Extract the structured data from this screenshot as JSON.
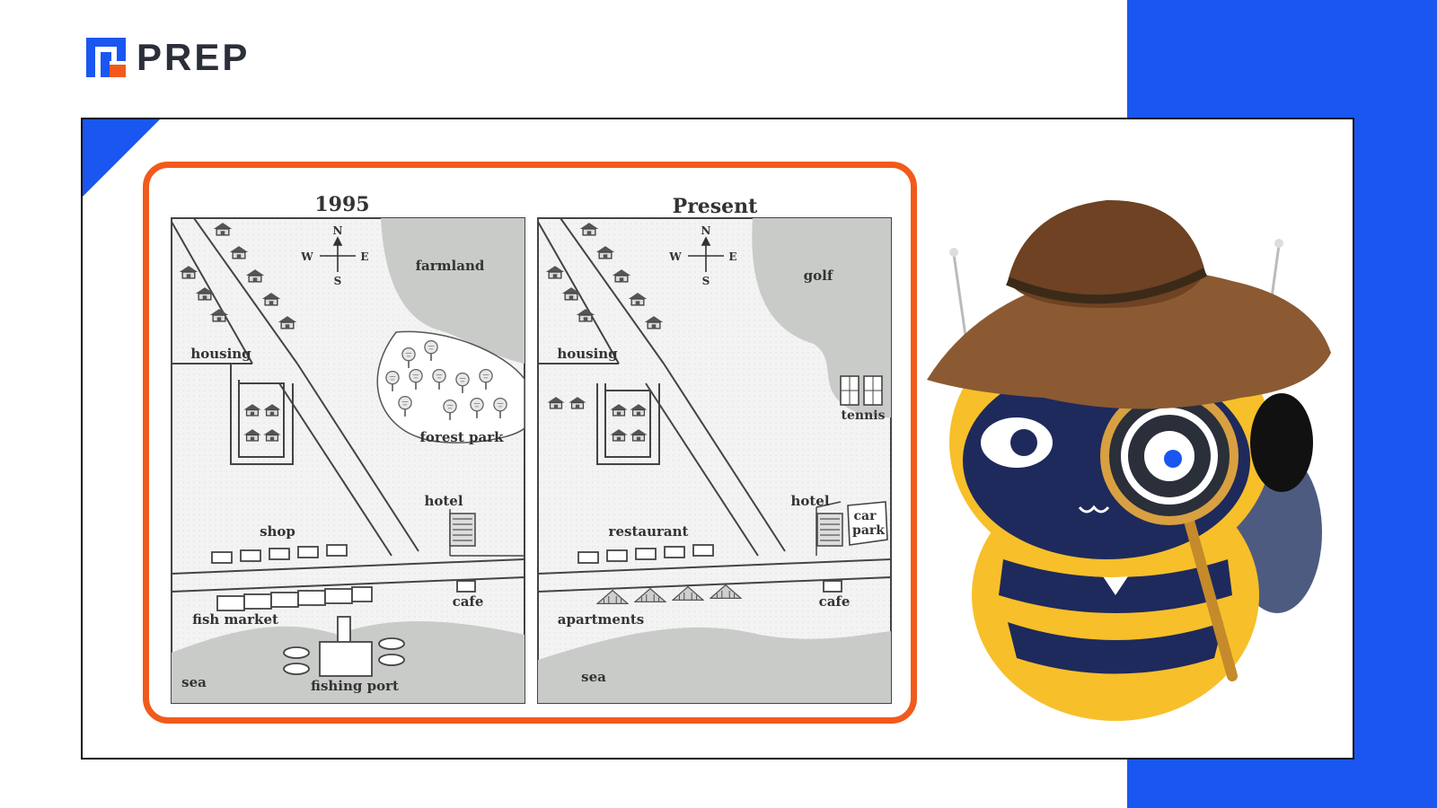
{
  "brand": {
    "name": "PREP"
  },
  "colors": {
    "accent_blue": "#1a56f0",
    "frame_orange": "#f15a1c",
    "map_grey": "#cfd1cf"
  },
  "maps": [
    {
      "title": "1995",
      "compass": {
        "n": "N",
        "s": "S",
        "w": "W",
        "e": "E"
      },
      "labels": {
        "farmland": "farmland",
        "housing": "housing",
        "forest_park": "forest park",
        "hotel": "hotel",
        "shop": "shop",
        "cafe": "cafe",
        "fish_market": "fish market",
        "sea": "sea",
        "fishing_port": "fishing port"
      }
    },
    {
      "title": "Present",
      "compass": {
        "n": "N",
        "s": "S",
        "w": "W",
        "e": "E"
      },
      "labels": {
        "golf": "golf",
        "tennis": "tennis",
        "housing": "housing",
        "hotel": "hotel",
        "car": "car",
        "park": "park",
        "restaurant": "restaurant",
        "cafe": "cafe",
        "apartments": "apartments",
        "sea": "sea"
      }
    }
  ],
  "mascot": {
    "icon": "detective-bee-mascot"
  }
}
